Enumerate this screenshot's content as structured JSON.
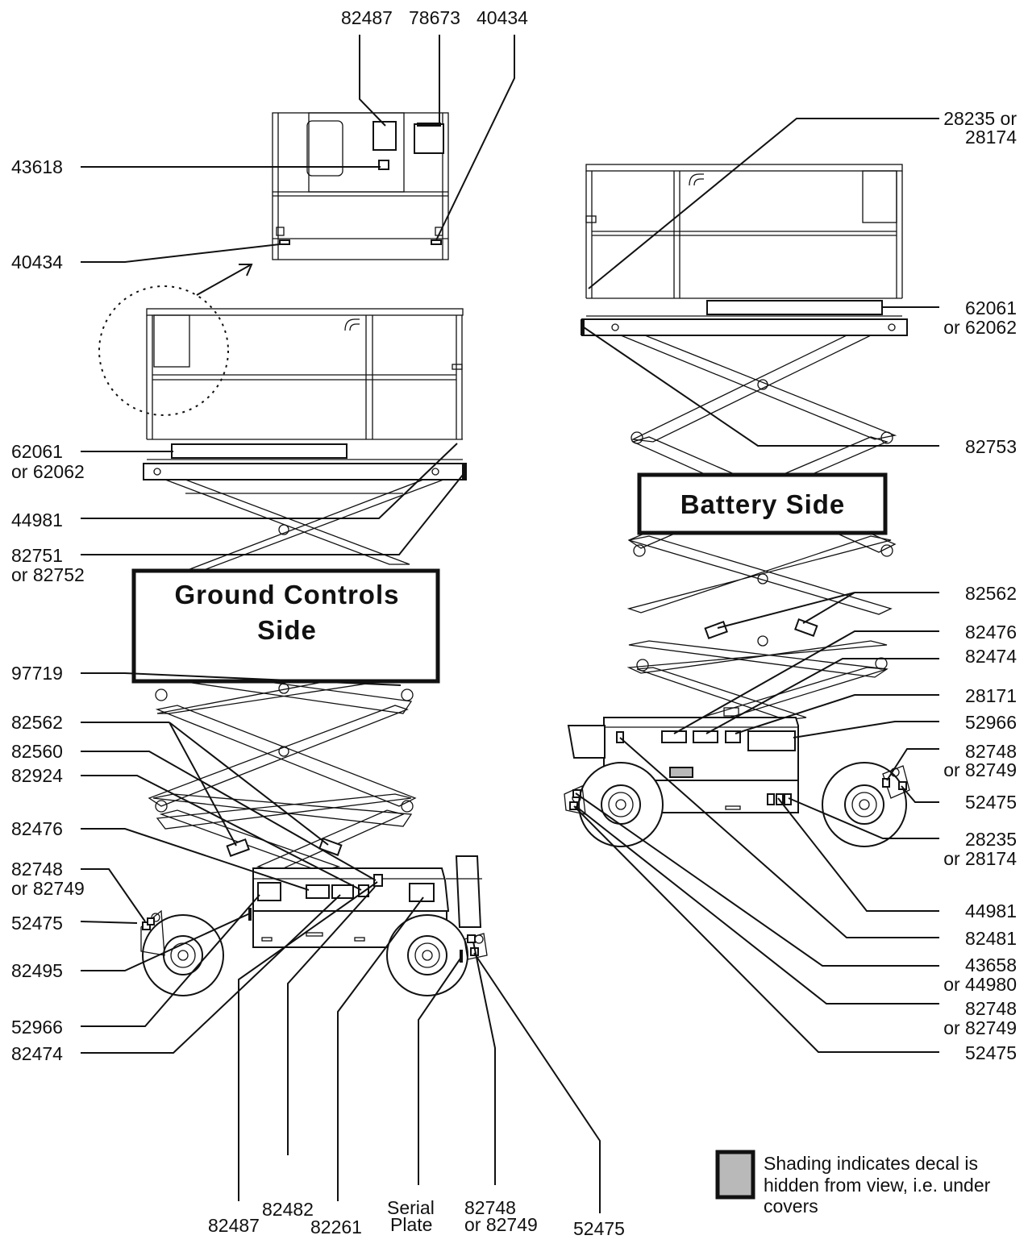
{
  "labels": {
    "top_82487": "82487",
    "top_78673": "78673",
    "top_40434": "40434",
    "l_43618": "43618",
    "l_40434": "40434",
    "l_62061": "62061",
    "l_62062": "or 62062",
    "l_44981": "44981",
    "l_82751": "82751",
    "l_82752": "or 82752",
    "l_97719": "97719",
    "l_82562": "82562",
    "l_82560": "82560",
    "l_82924": "82924",
    "l_82476": "82476",
    "l_82748": "82748",
    "l_82749": "or 82749",
    "l_52475": "52475",
    "l_82495": "82495",
    "l_52966": "52966",
    "l_82474": "82474",
    "b_82487": "82487",
    "b_82482": "82482",
    "b_82261": "82261",
    "b_serial1": "Serial",
    "b_serial2": "Plate",
    "b_82748": "82748",
    "b_82749": "or 82749",
    "b_52475": "52475",
    "r_28235": "28235 or",
    "r_28174": "28174",
    "r_62061": "62061",
    "r_62062": "or 62062",
    "r_82753": "82753",
    "r_82562": "82562",
    "r_82476": "82476",
    "r_82474": "82474",
    "r_28171": "28171",
    "r_52966": "52966",
    "r_82748": "82748",
    "r_82749": "or 82749",
    "r_52475a": "52475",
    "r_28235b": "28235",
    "r_28174b": "or 28174",
    "r_44981": "44981",
    "r_82481": "82481",
    "r_43658": "43658",
    "r_44980": "or 44980",
    "r_82748b": "82748",
    "r_82749b": "or 82749",
    "r_52475b": "52475"
  },
  "boxes": {
    "ground_line1": "Ground  Controls",
    "ground_line2": "Side",
    "battery": "Battery  Side"
  },
  "legend": {
    "line1": "Shading indicates decal is",
    "line2": "hidden from view, i.e. under",
    "line3": "covers",
    "shade_color": "#b9b9b9"
  }
}
